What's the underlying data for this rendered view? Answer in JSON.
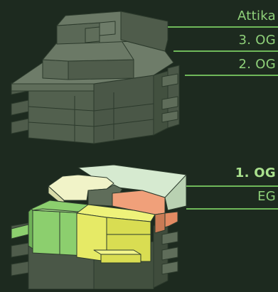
{
  "floors": [
    {
      "id": "attika",
      "label": "Attika",
      "active": false
    },
    {
      "id": "og3",
      "label": "3. OG",
      "active": false
    },
    {
      "id": "og2",
      "label": "2. OG",
      "active": false
    },
    {
      "id": "og1",
      "label": "1. OG",
      "active": true
    },
    {
      "id": "eg",
      "label": "EG",
      "active": false
    }
  ],
  "colors": {
    "background": "#1d2a1f",
    "label_text": "#8fd17a",
    "leader_line": "#6fb85a",
    "building_top": "#6e7c69",
    "building_side": "#4f5c4b",
    "building_edge": "#2c3a2c",
    "unit_cream": "#f1f3c8",
    "unit_mint": "#d6ead0",
    "unit_salmon": "#f0a07a",
    "unit_green": "#8ccf6e",
    "unit_yellow": "#e6ea66"
  }
}
